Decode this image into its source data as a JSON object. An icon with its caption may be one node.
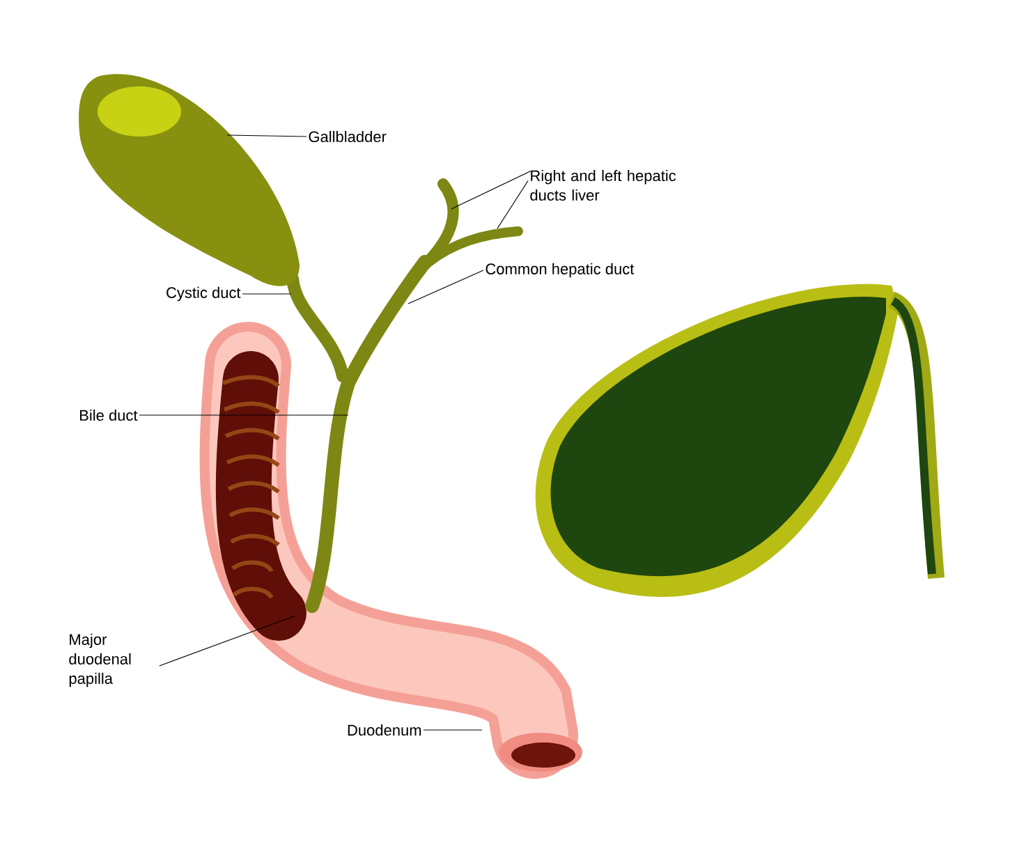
{
  "diagram": {
    "nodes": [
      {
        "text": [
          "Gallbladder"
        ]
      },
      {
        "text": [
          "Right and left hepatic ducts liver"
        ]
      },
      {
        "text": [
          "Common hepatic duct"
        ]
      },
      {
        "text": [
          "Cystic duct"
        ]
      },
      {
        "text": [
          "Bile duct"
        ]
      },
      {
        "text": [
          "Major duodenal papilla"
        ]
      },
      {
        "text": [
          "Duodenum"
        ]
      }
    ],
    "edges": [
      {
        "from": 0,
        "to": null,
        "arrow": "none"
      },
      {
        "from": 1,
        "to": null,
        "arrow": "none"
      },
      {
        "from": 1,
        "to": null,
        "arrow": "none"
      },
      {
        "from": 2,
        "to": null,
        "arrow": "none"
      },
      {
        "from": 3,
        "to": null,
        "arrow": "none"
      },
      {
        "from": 4,
        "to": null,
        "arrow": "none"
      },
      {
        "from": 5,
        "to": null,
        "arrow": "none"
      },
      {
        "from": 6,
        "to": null,
        "arrow": "none"
      }
    ]
  }
}
